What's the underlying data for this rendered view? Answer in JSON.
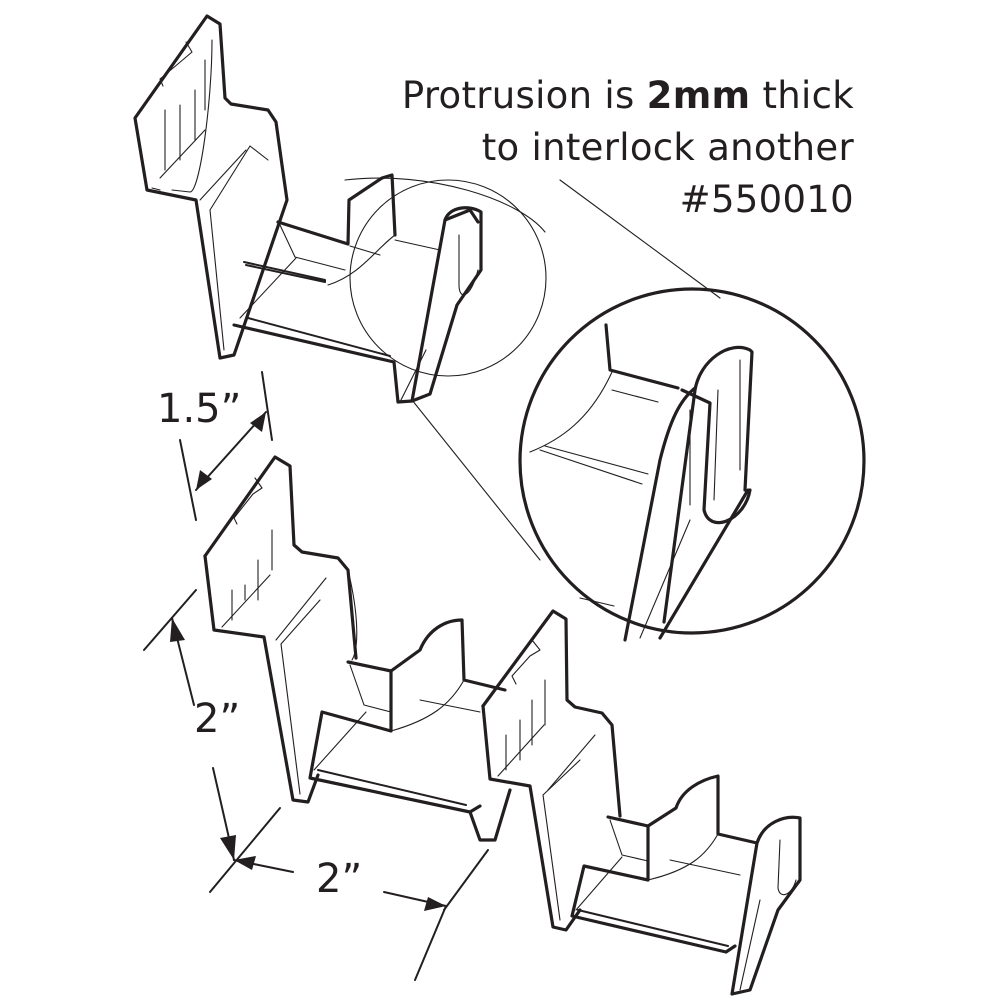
{
  "callout": {
    "line1_pre": "Protrusion is ",
    "line1_bold": "2mm",
    "line1_post": " thick",
    "line2": "to interlock another",
    "line3": "#550010"
  },
  "dimensions": {
    "spacing": "1.5”",
    "height": "2”",
    "width": "2”"
  },
  "figure": {
    "parts": [
      "top-clip",
      "middle-clip",
      "bottom-clip"
    ],
    "magnifier": "protrusion-detail",
    "line_color": "#231f20",
    "background": "#ffffff"
  }
}
